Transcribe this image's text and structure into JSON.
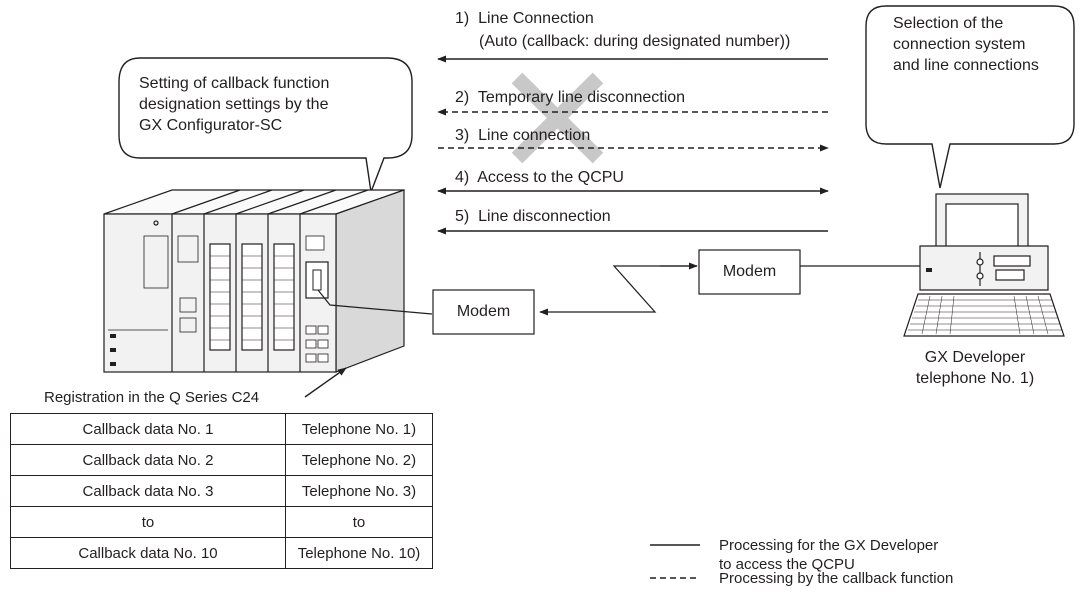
{
  "steps": [
    {
      "number": "1)",
      "text": "Line Connection",
      "subtext": "(Auto (callback: during designated number))"
    },
    {
      "number": "2)",
      "text": "Temporary line disconnection"
    },
    {
      "number": "3)",
      "text": "Line connection"
    },
    {
      "number": "4)",
      "text": "Access to the QCPU"
    },
    {
      "number": "5)",
      "text": "Line disconnection"
    }
  ],
  "left_bubble": {
    "lines": [
      "Setting of callback function",
      "designation settings by the",
      "GX Configurator-SC"
    ]
  },
  "right_bubble": {
    "lines": [
      "Selection of the",
      "connection system",
      "and line connections"
    ]
  },
  "modems": {
    "left_label": "Modem",
    "right_label": "Modem"
  },
  "pc": {
    "caption_lines": [
      "GX Developer",
      "telephone No. 1)"
    ]
  },
  "registration": {
    "title": "Registration in the Q Series C24",
    "rows": [
      [
        "Callback data No. 1",
        "Telephone No. 1)"
      ],
      [
        "Callback data No. 2",
        "Telephone No. 2)"
      ],
      [
        "Callback data No. 3",
        "Telephone No. 3)"
      ],
      [
        "to",
        "to"
      ],
      [
        "Callback data No. 10",
        "Telephone No. 10)"
      ]
    ]
  },
  "legend": {
    "solid_lines": [
      "Processing for the GX Developer",
      "to access the QCPU"
    ],
    "dashed": "Processing by the callback function"
  },
  "colors": {
    "line": "#231f20",
    "cross": "#c8c8c8",
    "plc_face": "#f2f2f2",
    "plc_side": "#d9d9d9"
  }
}
